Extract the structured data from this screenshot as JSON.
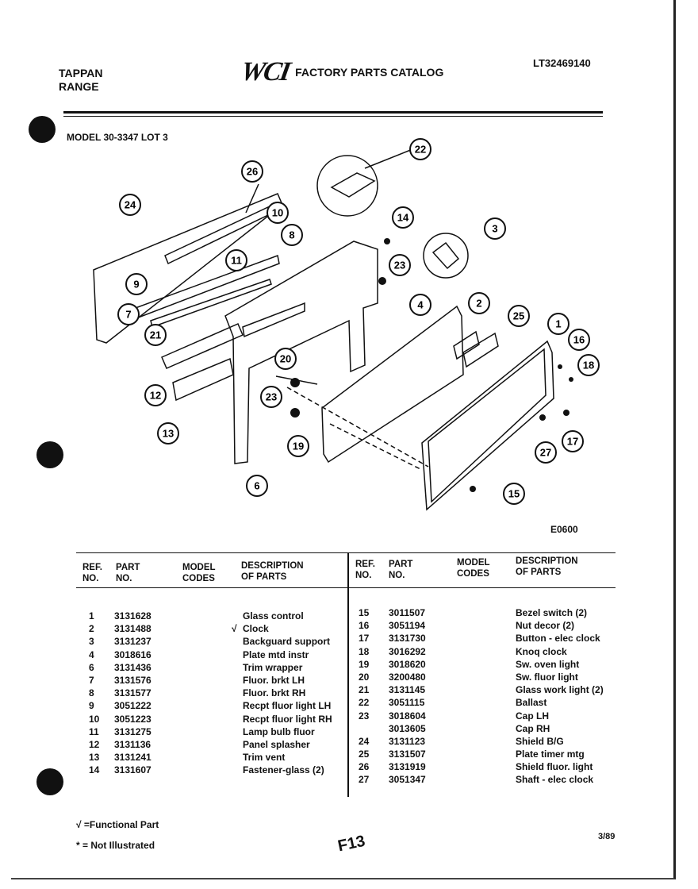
{
  "header": {
    "brand_line1": "TAPPAN",
    "brand_line2": "RANGE",
    "logo": "WCI",
    "catalog_title": "FACTORY PARTS CATALOG",
    "catalog_number": "LT32469140"
  },
  "model": "MODEL 30-3347 LOT 3",
  "diagram": {
    "callouts": [
      "22",
      "26",
      "24",
      "10",
      "8",
      "14",
      "3",
      "11",
      "9",
      "23",
      "7",
      "4",
      "2",
      "25",
      "1",
      "16",
      "18",
      "21",
      "20",
      "12",
      "23",
      "13",
      "19",
      "27",
      "17",
      "6",
      "15"
    ],
    "code": "E0600"
  },
  "table_headers": {
    "ref": "REF.\nNO.",
    "part": "PART\nNO.",
    "model": "MODEL\nCODES",
    "desc": "DESCRIPTION\nOF PARTS"
  },
  "left_rows": [
    {
      "ref": "1",
      "part": "3131628",
      "mark": "",
      "desc": "Glass control"
    },
    {
      "ref": "2",
      "part": "3131488",
      "mark": "√",
      "desc": "Clock"
    },
    {
      "ref": "3",
      "part": "3131237",
      "mark": "",
      "desc": "Backguard support"
    },
    {
      "ref": "4",
      "part": "3018616",
      "mark": "",
      "desc": "Plate mtd instr"
    },
    {
      "ref": "6",
      "part": "3131436",
      "mark": "",
      "desc": "Trim wrapper"
    },
    {
      "ref": "7",
      "part": "3131576",
      "mark": "",
      "desc": "Fluor. brkt LH"
    },
    {
      "ref": "8",
      "part": "3131577",
      "mark": "",
      "desc": "Fluor. brkt RH"
    },
    {
      "ref": "9",
      "part": "3051222",
      "mark": "",
      "desc": "Recpt fluor light LH"
    },
    {
      "ref": "10",
      "part": "3051223",
      "mark": "",
      "desc": "Recpt fluor light RH"
    },
    {
      "ref": "11",
      "part": "3131275",
      "mark": "",
      "desc": "Lamp bulb fluor"
    },
    {
      "ref": "12",
      "part": "3131136",
      "mark": "",
      "desc": "Panel splasher"
    },
    {
      "ref": "13",
      "part": "3131241",
      "mark": "",
      "desc": "Trim vent"
    },
    {
      "ref": "14",
      "part": "3131607",
      "mark": "",
      "desc": "Fastener-glass (2)"
    }
  ],
  "right_rows": [
    {
      "ref": "15",
      "part": "3011507",
      "desc": "Bezel switch (2)"
    },
    {
      "ref": "16",
      "part": "3051194",
      "desc": "Nut decor (2)"
    },
    {
      "ref": "17",
      "part": "3131730",
      "desc": "Button - elec clock"
    },
    {
      "ref": "18",
      "part": "3016292",
      "desc": "Knoq clock"
    },
    {
      "ref": "19",
      "part": "3018620",
      "desc": "Sw. oven light"
    },
    {
      "ref": "20",
      "part": "3200480",
      "desc": "Sw. fluor light"
    },
    {
      "ref": "21",
      "part": "3131145",
      "desc": "Glass work light (2)"
    },
    {
      "ref": "22",
      "part": "3051115",
      "desc": "Ballast"
    },
    {
      "ref": "23",
      "part": "3018604",
      "desc": "Cap LH"
    },
    {
      "ref": "",
      "part": "3013605",
      "desc": "Cap RH"
    },
    {
      "ref": "24",
      "part": "3131123",
      "desc": "Shield B/G"
    },
    {
      "ref": "25",
      "part": "3131507",
      "desc": "Plate timer mtg"
    },
    {
      "ref": "26",
      "part": "3131919",
      "desc": "Shield fluor. light"
    },
    {
      "ref": "27",
      "part": "3051347",
      "desc": "Shaft - elec clock"
    }
  ],
  "footer": {
    "functional": "√ =Functional Part",
    "not_illustrated": "* = Not Illustrated",
    "page": "F13",
    "date": "3/89"
  }
}
